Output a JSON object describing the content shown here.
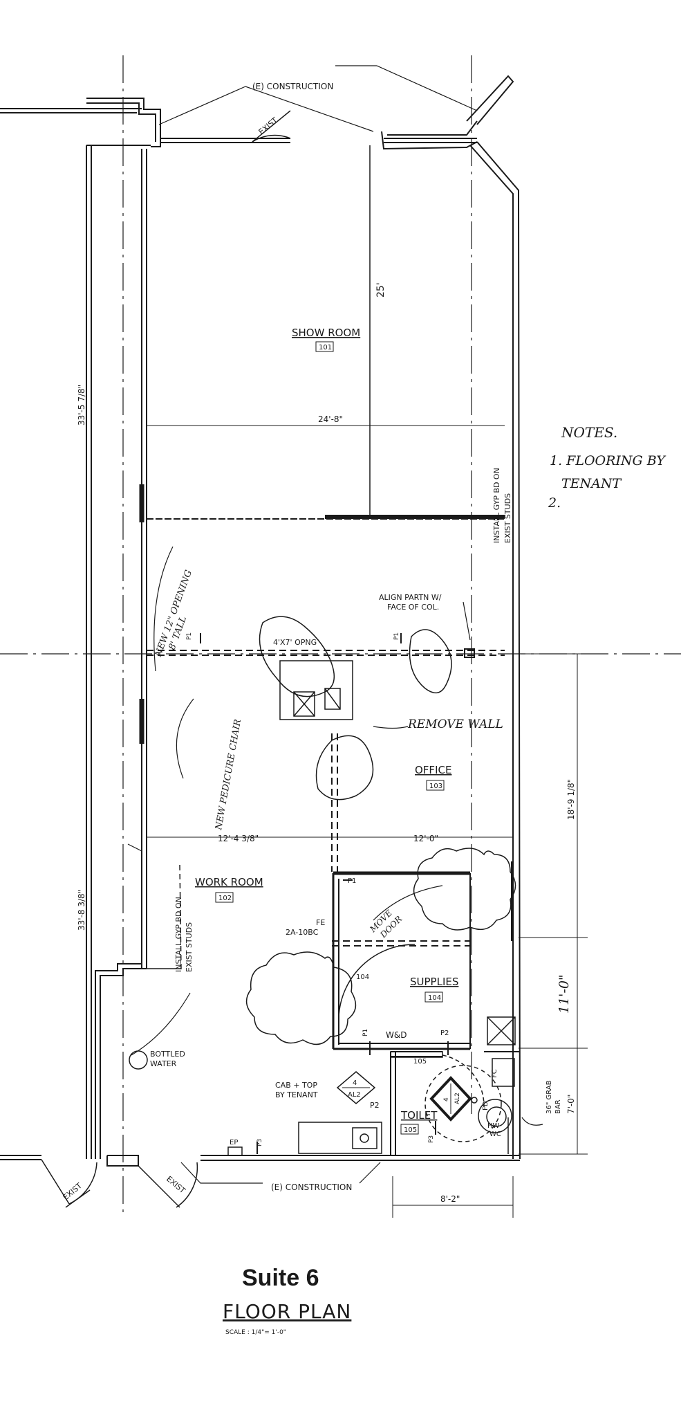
{
  "rooms": {
    "show_room": {
      "name": "SHOW ROOM",
      "number": "101"
    },
    "office": {
      "name": "OFFICE",
      "number": "103"
    },
    "work_room": {
      "name": "WORK ROOM",
      "number": "102"
    },
    "supplies": {
      "name": "SUPPLIES",
      "number": "104"
    },
    "toilet": {
      "name": "TOILET",
      "number": "105"
    }
  },
  "labels": {
    "existing_construction": "(E) CONSTRUCTION",
    "exist": "EXIST",
    "align_partition": [
      "ALIGN PARTN W/",
      "FACE OF COL."
    ],
    "opening": "4'X7' OPNG",
    "install_gyp": [
      "INSTALL GYP BD ON",
      "EXIST STUDS"
    ],
    "fire_extinguisher": [
      "FE",
      "2A-10BC"
    ],
    "bottled_water": [
      "BOTTLED",
      "WATER"
    ],
    "cab_top": [
      "CAB + TOP",
      "BY TENANT"
    ],
    "grab_bar": [
      "36\" GRAB",
      "BAR"
    ],
    "wd": "W&D",
    "ep": "EP",
    "fd": "FD",
    "hw": "HW",
    "wc": "WC",
    "fc": "FC",
    "door_104": "104",
    "door_105": "105",
    "partition_tags": [
      "P1",
      "P2",
      "P3"
    ],
    "detail_tag": {
      "number": "4",
      "sheet": "AL2"
    }
  },
  "dimensions": {
    "show_room_width": "24'-8\"",
    "show_room_depth": "25'",
    "left_upper": "33'-5 7/8\"",
    "left_lower": "33'-8 3/8\"",
    "work_room_width": "12'-4 3/8\"",
    "office_width": "12'-0\"",
    "right_upper": "18'-9 1/8\"",
    "right_lower": "7'-0\"",
    "supplies_height": "11'-0\"",
    "toilet_width": "8'-2\""
  },
  "handwritten": {
    "notes_heading": "NOTES.",
    "note_1_line1": "1. FLOORING BY",
    "note_1_line2": "TENANT",
    "note_2": "2.",
    "new_opening": [
      "NEW 12\" OPENING",
      "8' TALL"
    ],
    "remove_wall": "REMOVE WALL",
    "new_pedicure_chair": "NEW PEDICURE CHAIR",
    "move_door": [
      "MOVE",
      "DOOR"
    ]
  },
  "title": {
    "suite": "Suite 6",
    "drawing": "FLOOR PLAN",
    "scale": "SCALE : 1/4\"= 1'-0\""
  }
}
